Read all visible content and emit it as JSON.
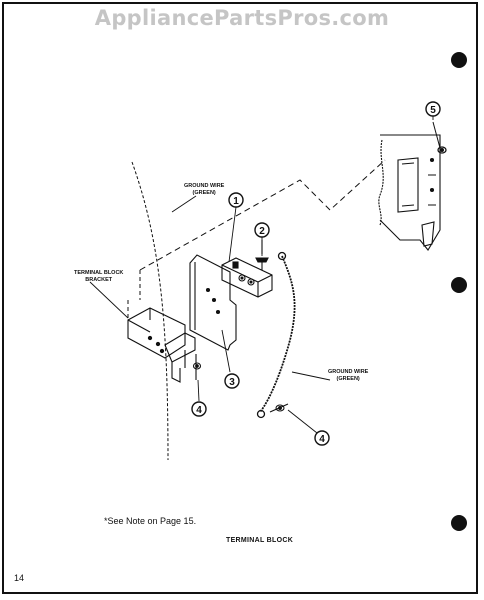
{
  "watermark": "AppliancePartsPros.com",
  "labels": {
    "ground_wire_top": [
      "GROUND WIRE",
      "(GREEN)"
    ],
    "ground_wire_bottom": [
      "GROUND WIRE",
      "(GREEN)"
    ],
    "terminal_block_bracket": [
      "TERMINAL BLOCK",
      "BRACKET"
    ]
  },
  "callouts": [
    "1",
    "2",
    "3",
    "4",
    "4",
    "5"
  ],
  "note": "*See Note on Page 15.",
  "title": "TERMINAL BLOCK",
  "page_number": "14",
  "colors": {
    "ink": "#111111",
    "paper": "#ffffff"
  }
}
